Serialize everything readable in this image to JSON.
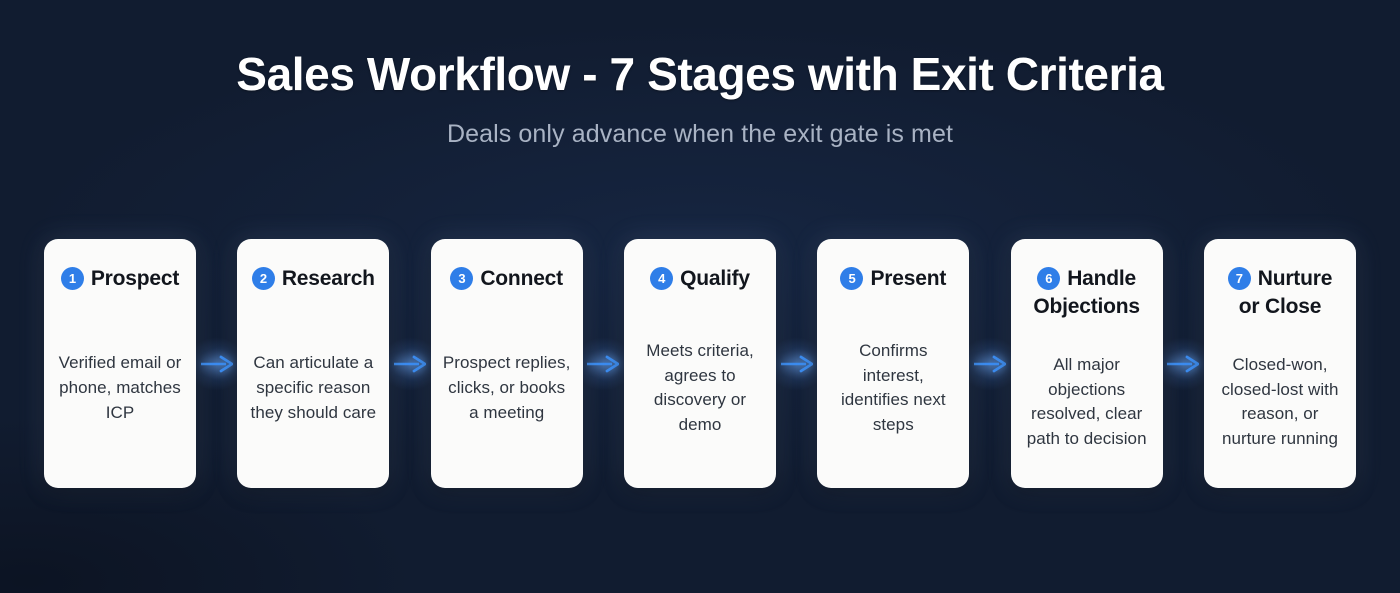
{
  "header": {
    "title": "Sales Workflow - 7 Stages with Exit Criteria",
    "subtitle": "Deals only advance when the exit gate is met"
  },
  "theme": {
    "background": "#111c30",
    "card_background": "#fbfbfa",
    "badge_color": "#2f7ee8",
    "arrow_color": "#3b8cf0",
    "title_color": "#ffffff",
    "subtitle_color": "#a9b3c4",
    "card_title_color": "#12161d",
    "card_body_color": "#2f3640"
  },
  "flow": {
    "connector_icon": "arrow-right-icon",
    "stages": [
      {
        "number": "1",
        "title": "Prospect",
        "exit_criteria": "Verified email or phone, matches ICP"
      },
      {
        "number": "2",
        "title": "Research",
        "exit_criteria": "Can articulate a specific reason they should care"
      },
      {
        "number": "3",
        "title": "Connect",
        "exit_criteria": "Prospect replies, clicks, or books a meeting"
      },
      {
        "number": "4",
        "title": "Qualify",
        "exit_criteria": "Meets criteria, agrees to discovery or demo"
      },
      {
        "number": "5",
        "title": "Present",
        "exit_criteria": "Confirms interest, identifies next steps"
      },
      {
        "number": "6",
        "title": "Handle Objections",
        "exit_criteria": "All major objections resolved, clear path to decision"
      },
      {
        "number": "7",
        "title": "Nurture or Close",
        "exit_criteria": "Closed-won, closed-lost with reason, or nurture running"
      }
    ]
  }
}
